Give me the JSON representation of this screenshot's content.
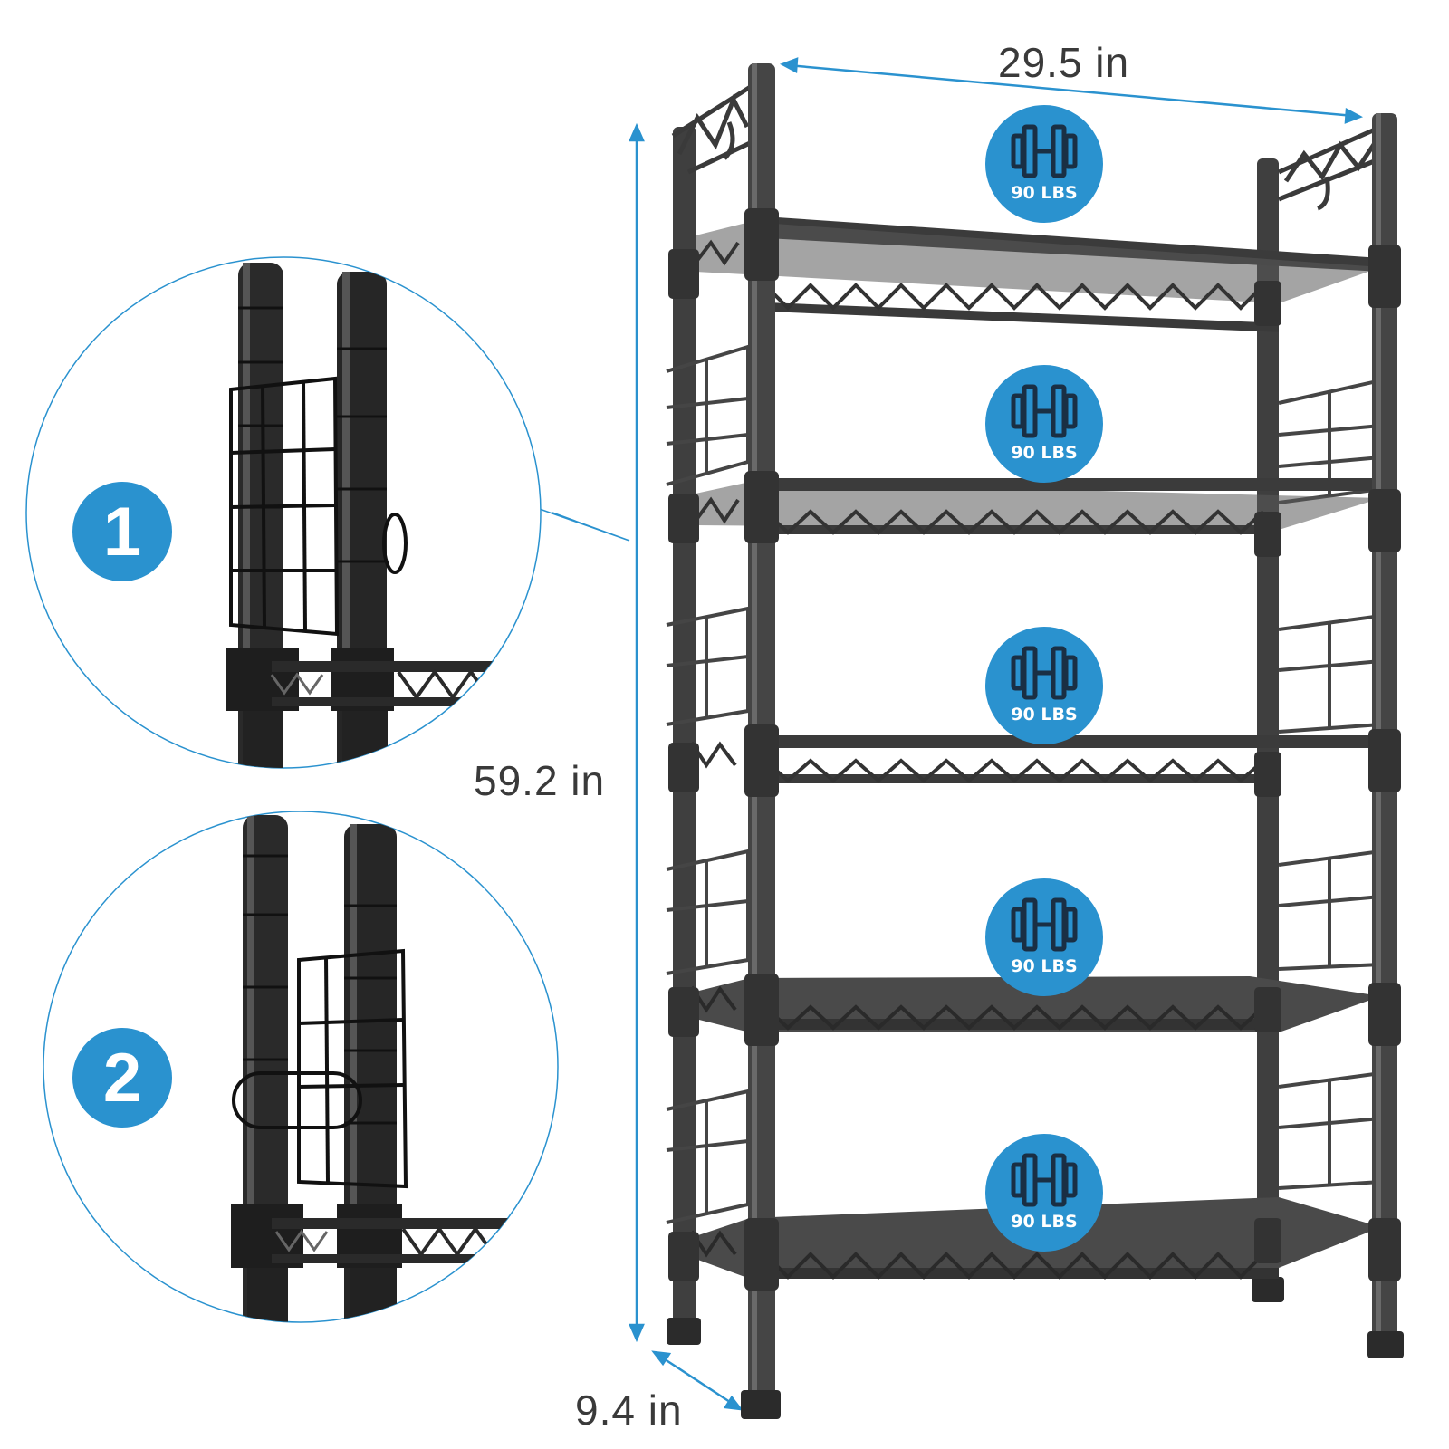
{
  "colors": {
    "accent": "#2a92cf",
    "frame": "#4a4a4a",
    "frame_dark": "#1f1f1f",
    "dimension_line": "#2a92cf"
  },
  "dimensions": {
    "width": "29.5 in",
    "height": "59.2 in",
    "depth": "9.4 in"
  },
  "callouts": [
    {
      "number": "1"
    },
    {
      "number": "2"
    }
  ],
  "shelves": [
    {
      "load": "90 LBS",
      "icon": "dumbbell-icon"
    },
    {
      "load": "90 LBS",
      "icon": "dumbbell-icon"
    },
    {
      "load": "90 LBS",
      "icon": "dumbbell-icon"
    },
    {
      "load": "90 LBS",
      "icon": "dumbbell-icon"
    },
    {
      "load": "90 LBS",
      "icon": "dumbbell-icon"
    }
  ]
}
